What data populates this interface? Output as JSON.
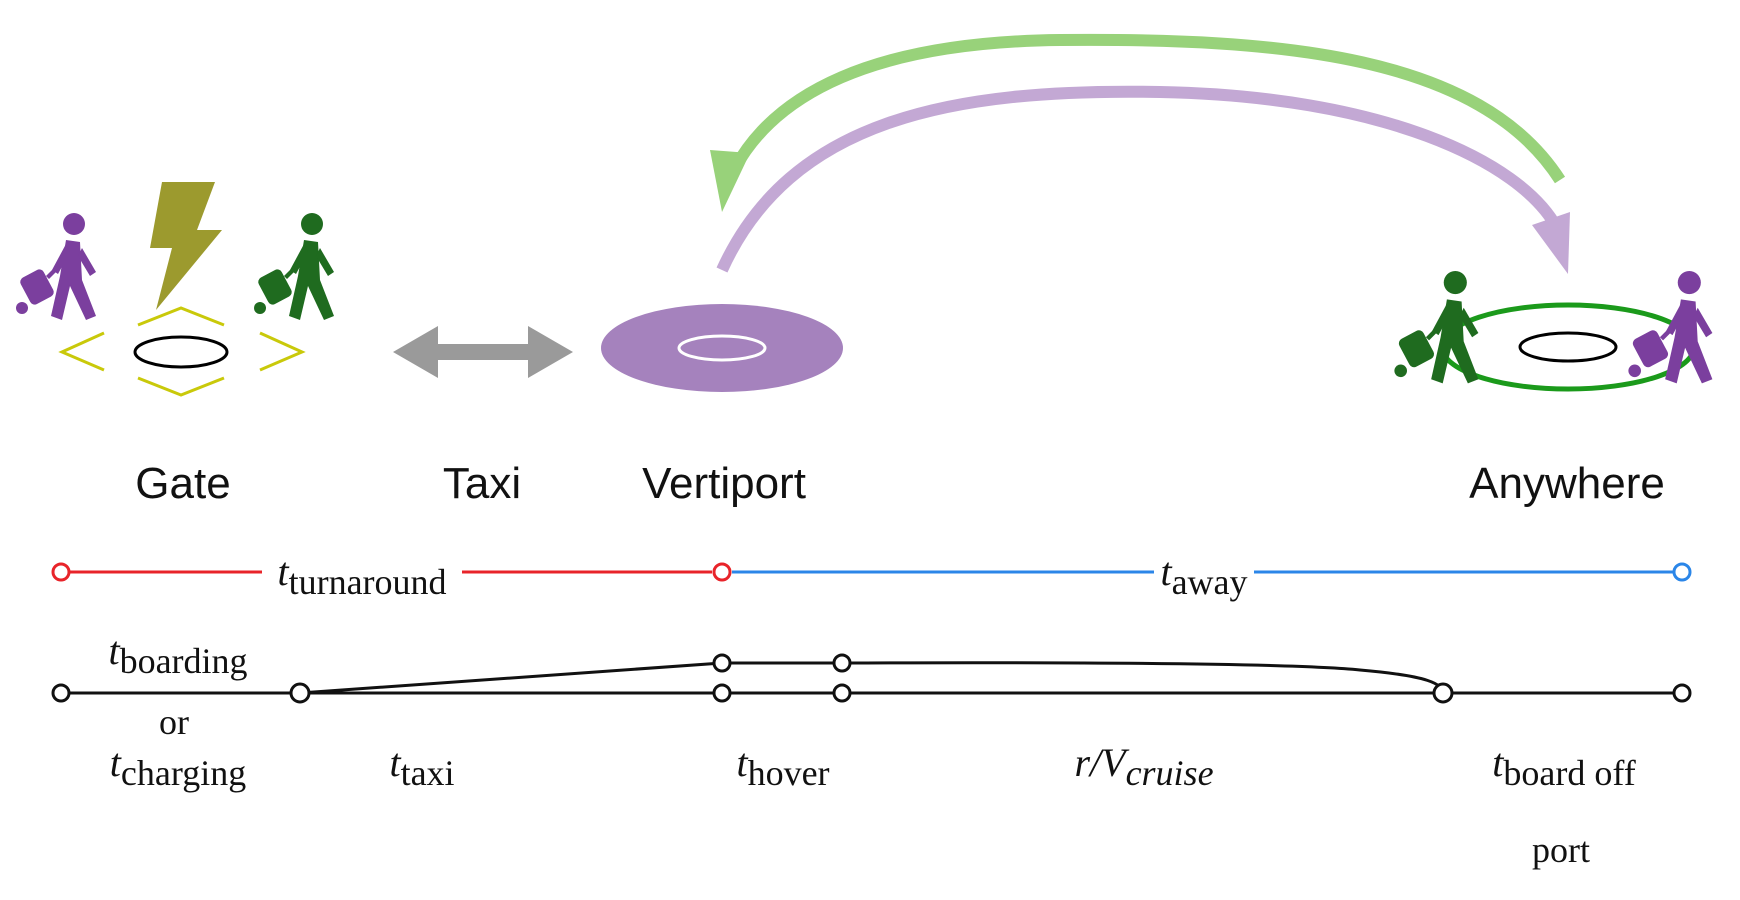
{
  "stations": {
    "gate": "Gate",
    "taxi": "Taxi",
    "vertiport": "Vertiport",
    "anywhere": "Anywhere"
  },
  "timelines": {
    "turnaround": {
      "base": "t",
      "sub": "turnaround"
    },
    "away": {
      "base": "t",
      "sub": "away"
    }
  },
  "segments": {
    "boarding": {
      "base": "t",
      "sub": "boarding"
    },
    "or": "or",
    "charging": {
      "base": "t",
      "sub": "charging"
    },
    "taxi": {
      "base": "t",
      "sub": "taxi"
    },
    "hover": {
      "base": "t",
      "sub": "hover"
    },
    "cruise": {
      "base": "r/V",
      "sub": "cruise"
    },
    "board_off": {
      "base": "t",
      "sub": "board off"
    },
    "port": "port"
  },
  "colors": {
    "purple": "#7b3f9e",
    "green": "#1f6b1f",
    "vertiport_fill": "#a582bd",
    "arrow_green": "#98d27a",
    "arrow_purple": "#c3a8d4",
    "taxi_arrow": "#9a9a9a",
    "bolt": "#9c9a2e",
    "gate_marks": "#c9c90a",
    "pad_ring_green": "#1b9a1b",
    "turnaround_line": "#e8242a",
    "away_line": "#2b86e8",
    "segment_line": "#111111"
  },
  "icons": [
    "person-with-luggage-icon",
    "lightning-bolt-icon",
    "landing-pad-icon",
    "double-arrow-icon",
    "curved-arrow-icon"
  ]
}
